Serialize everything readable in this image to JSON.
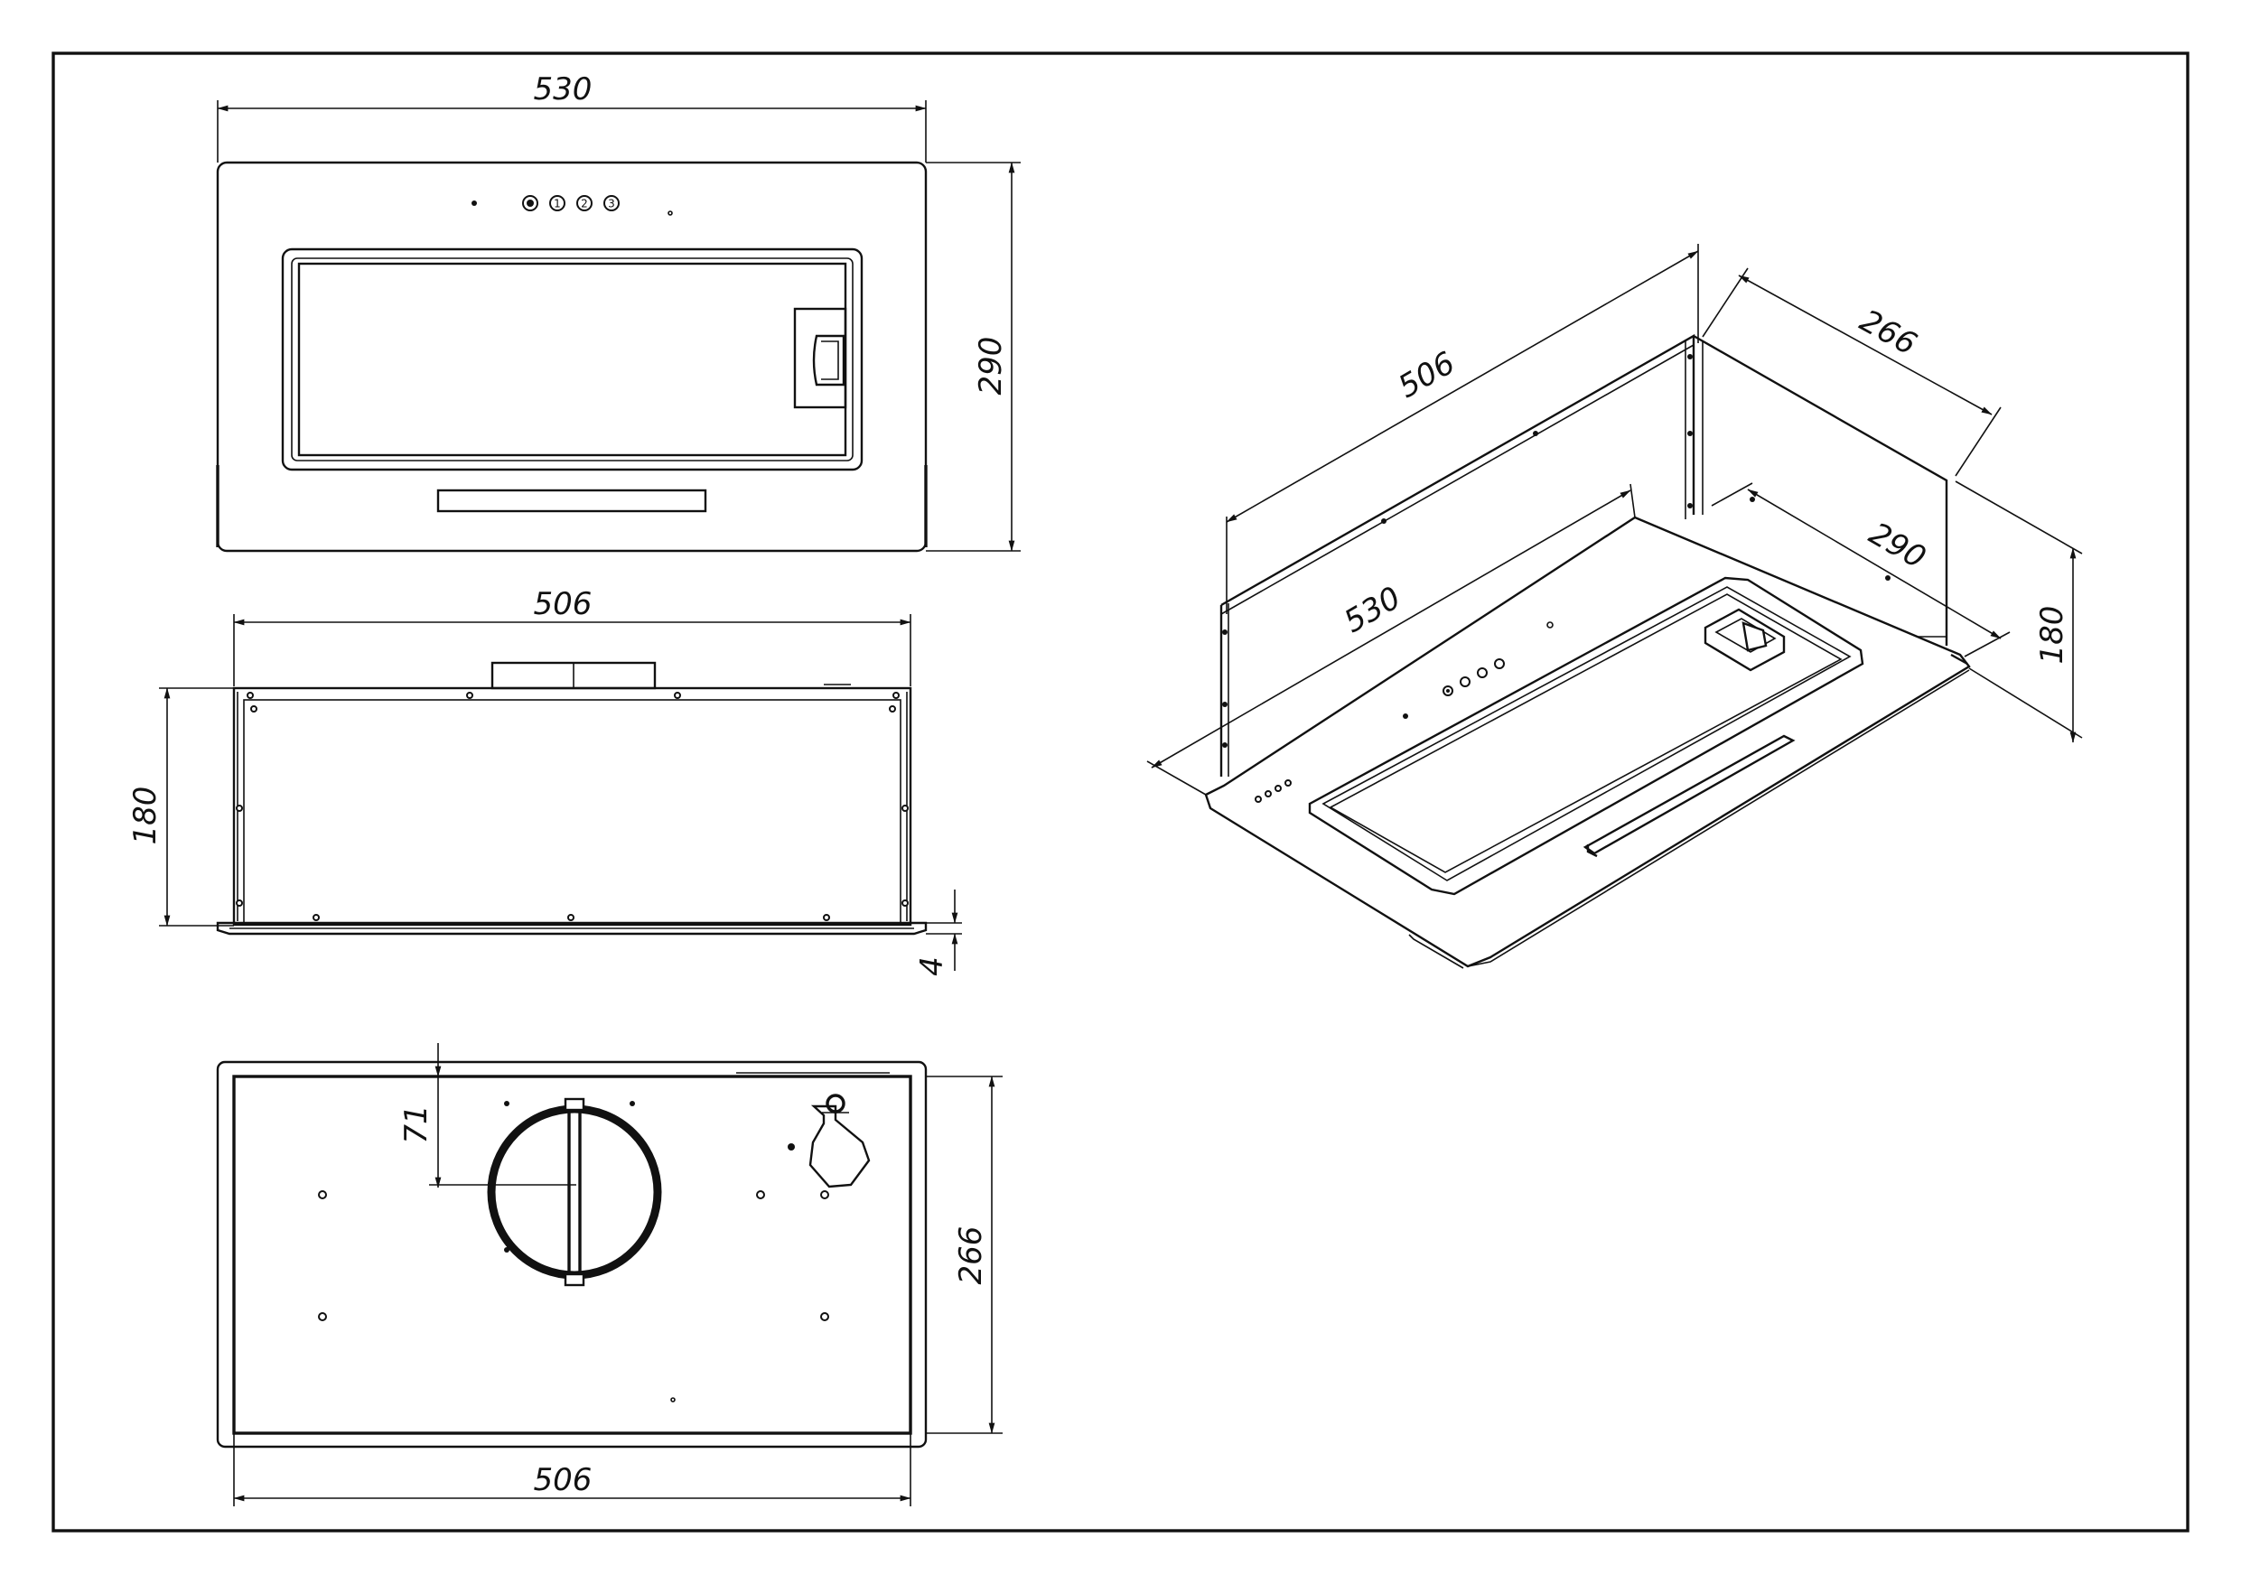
{
  "dimensions": {
    "front_width": "530",
    "front_height": "290",
    "side_width": "506",
    "side_height": "180",
    "side_lip": "4",
    "top_depth": "266",
    "top_offset": "71",
    "top_width": "506",
    "iso_length": "506",
    "iso_depth": "266",
    "iso_width": "530",
    "iso_front_depth": "290",
    "iso_height": "180"
  },
  "control_buttons": [
    "1",
    "2",
    "3"
  ],
  "colors": {
    "line": "#111111",
    "background": "#ffffff"
  }
}
